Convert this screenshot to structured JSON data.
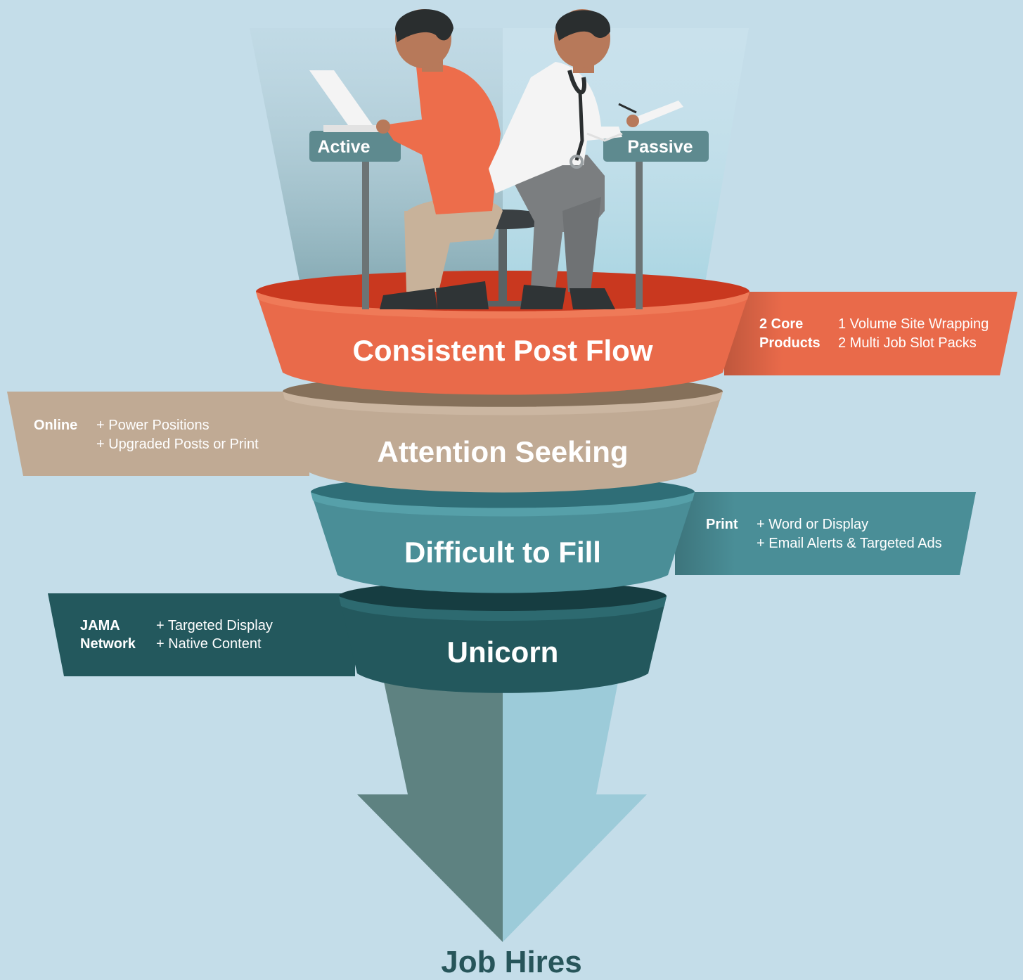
{
  "people": {
    "active_label": "Active",
    "passive_label": "Passive"
  },
  "funnel": {
    "stages": [
      {
        "title": "Consistent Post Flow",
        "color": "#e96a4a",
        "panel": {
          "side": "right",
          "heading_lines": [
            "2 Core",
            "Products"
          ],
          "items": [
            "1  Volume Site Wrapping",
            "2 Multi Job Slot Packs"
          ]
        }
      },
      {
        "title": "Attention Seeking",
        "color": "#c0aa94",
        "panel": {
          "side": "left",
          "heading_lines": [
            "Online"
          ],
          "items": [
            "+ Power Positions",
            "+ Upgraded Posts or Print"
          ]
        }
      },
      {
        "title": "Difficult to Fill",
        "color": "#4a8e97",
        "panel": {
          "side": "right",
          "heading_lines": [
            "Print"
          ],
          "items": [
            "+ Word or Display",
            "+ Email Alerts & Targeted Ads"
          ]
        }
      },
      {
        "title": "Unicorn",
        "color": "#23585d",
        "panel": {
          "side": "left",
          "heading_lines": [
            "JAMA",
            "Network"
          ],
          "items": [
            "+ Targeted Display",
            "+ Native Content"
          ]
        }
      }
    ]
  },
  "outcome": {
    "label": "Job Hires"
  },
  "colors": {
    "background": "#c4dde9",
    "arrow_left": "#5e8281",
    "arrow_right": "#9ccbd9",
    "active_shirt": "#ed6d4b",
    "passive_coat": "#f4f4f4",
    "skin": "#b7795a",
    "hair": "#2a2e2f"
  }
}
